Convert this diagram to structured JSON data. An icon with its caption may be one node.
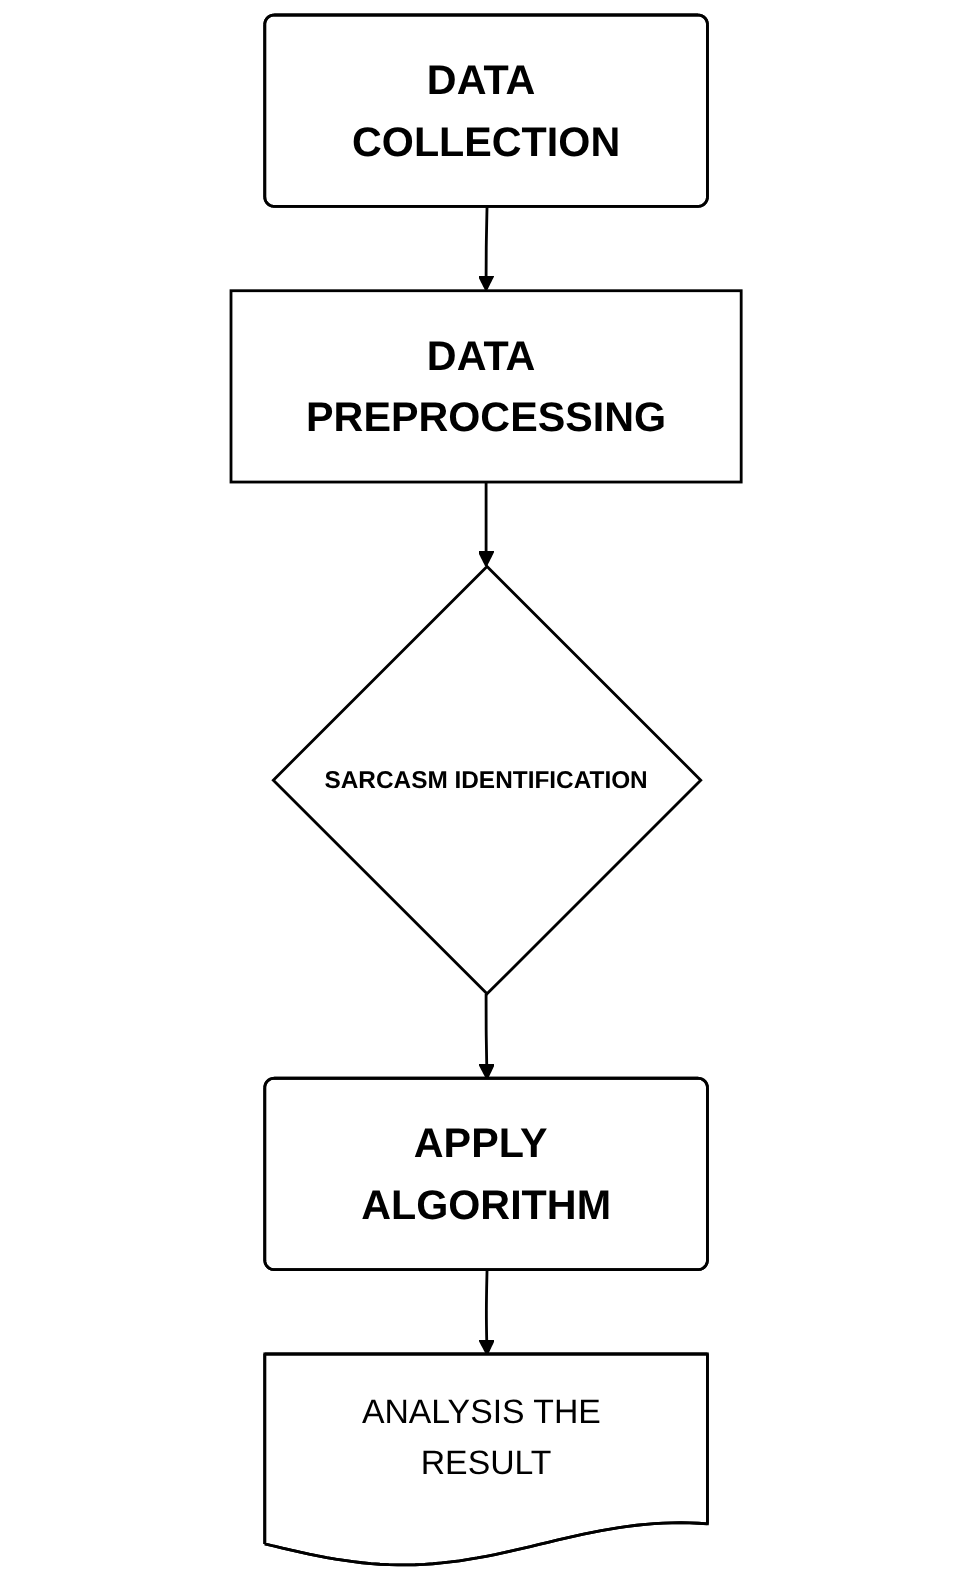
{
  "diagram": {
    "nodes": [
      {
        "text": [
          "DATA COLLECTION"
        ]
      },
      {
        "text": [
          "DATA PREPROCESSING"
        ]
      },
      {
        "text": [
          "SARCASM IDENTIFICATION"
        ]
      },
      {
        "text": [
          "APPLY ALGORITHM"
        ]
      },
      {
        "text": [
          "ANALYSIS THE RESULT"
        ]
      }
    ],
    "edges": [
      {
        "from": 0,
        "to": 1,
        "arrow": "to"
      },
      {
        "from": 1,
        "to": 2,
        "arrow": "to"
      },
      {
        "from": 2,
        "to": 3,
        "arrow": "to"
      },
      {
        "from": 3,
        "to": 4,
        "arrow": "to"
      }
    ]
  }
}
